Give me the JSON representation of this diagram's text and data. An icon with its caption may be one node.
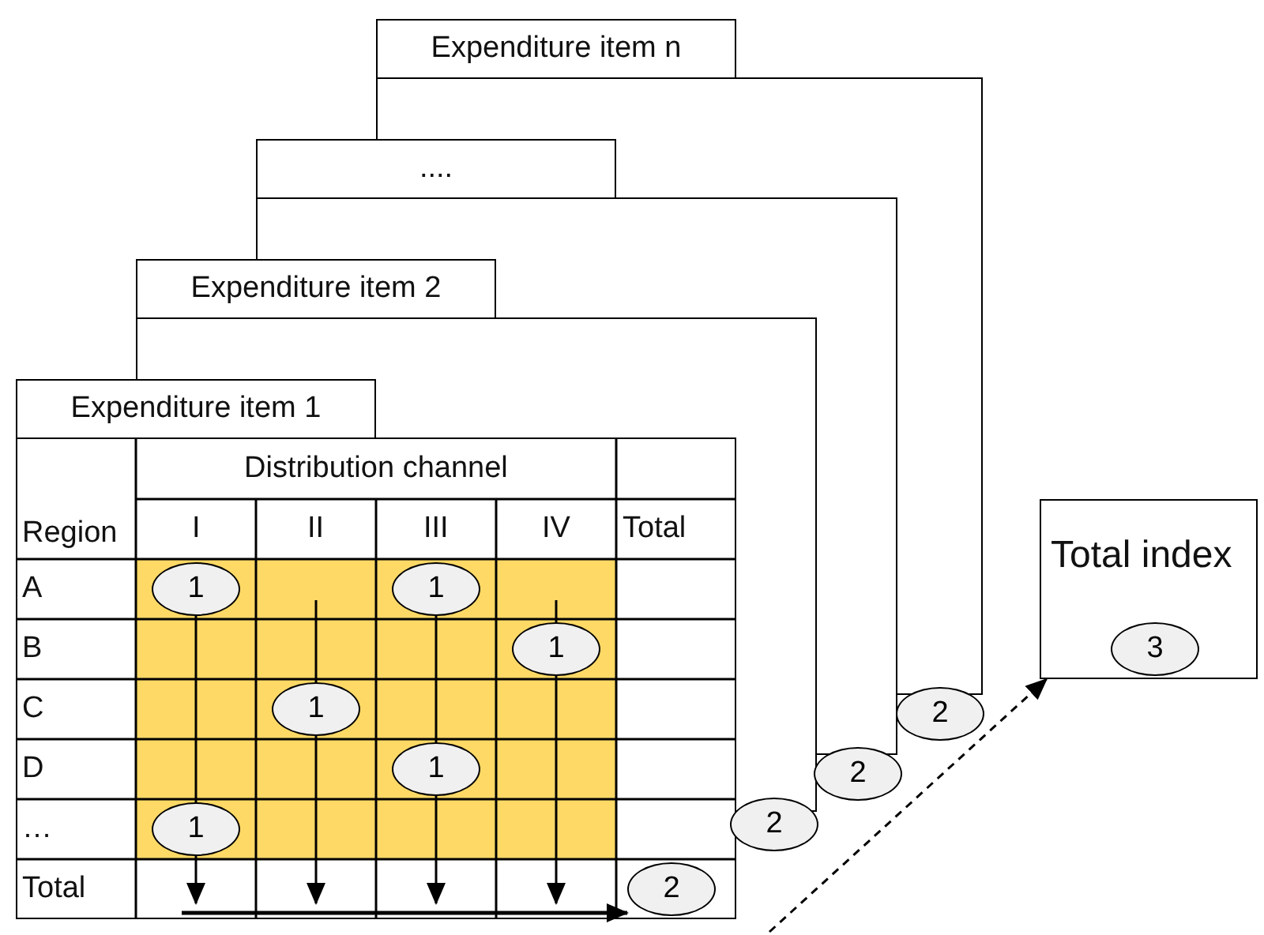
{
  "diagram": {
    "nodes": [
      {
        "text": [
          "Expenditure item n"
        ]
      },
      {
        "text": [
          "...."
        ]
      },
      {
        "text": [
          "Expenditure item 2"
        ]
      },
      {
        "text": [
          "Expenditure item 1"
        ]
      },
      {
        "text": [
          "1"
        ]
      },
      {
        "text": [
          "1"
        ]
      },
      {
        "text": [
          "1"
        ]
      },
      {
        "text": [
          "1"
        ]
      },
      {
        "text": [
          "1"
        ]
      },
      {
        "text": [
          "1"
        ]
      },
      {
        "text": [
          "2"
        ]
      },
      {
        "text": [
          "2"
        ]
      },
      {
        "text": [
          "2"
        ]
      },
      {
        "text": [
          "2"
        ]
      },
      {
        "text": [
          "Total index"
        ]
      },
      {
        "text": [
          "3"
        ],
        "in": 14
      }
    ],
    "edges": [
      {
        "from": 4,
        "to": 9,
        "arrow": "none"
      },
      {
        "from": 9,
        "to": null,
        "arrow": "to"
      },
      {
        "from": null,
        "to": 7,
        "arrow": "none"
      },
      {
        "from": 7,
        "to": null,
        "arrow": "to"
      },
      {
        "from": 5,
        "to": 8,
        "arrow": "none"
      },
      {
        "from": 8,
        "to": null,
        "arrow": "to"
      },
      {
        "from": null,
        "to": 6,
        "arrow": "none"
      },
      {
        "from": 6,
        "to": null,
        "arrow": "to"
      },
      {
        "from": null,
        "to": 13,
        "arrow": "to"
      },
      {
        "from": null,
        "to": 14,
        "arrow": "to",
        "style": "dashed"
      }
    ],
    "labels": [
      "Distribution channel",
      "Region",
      "I",
      "II",
      "III",
      "IV",
      "Total",
      "A",
      "B",
      "C",
      "D",
      "…",
      "Total"
    ]
  }
}
